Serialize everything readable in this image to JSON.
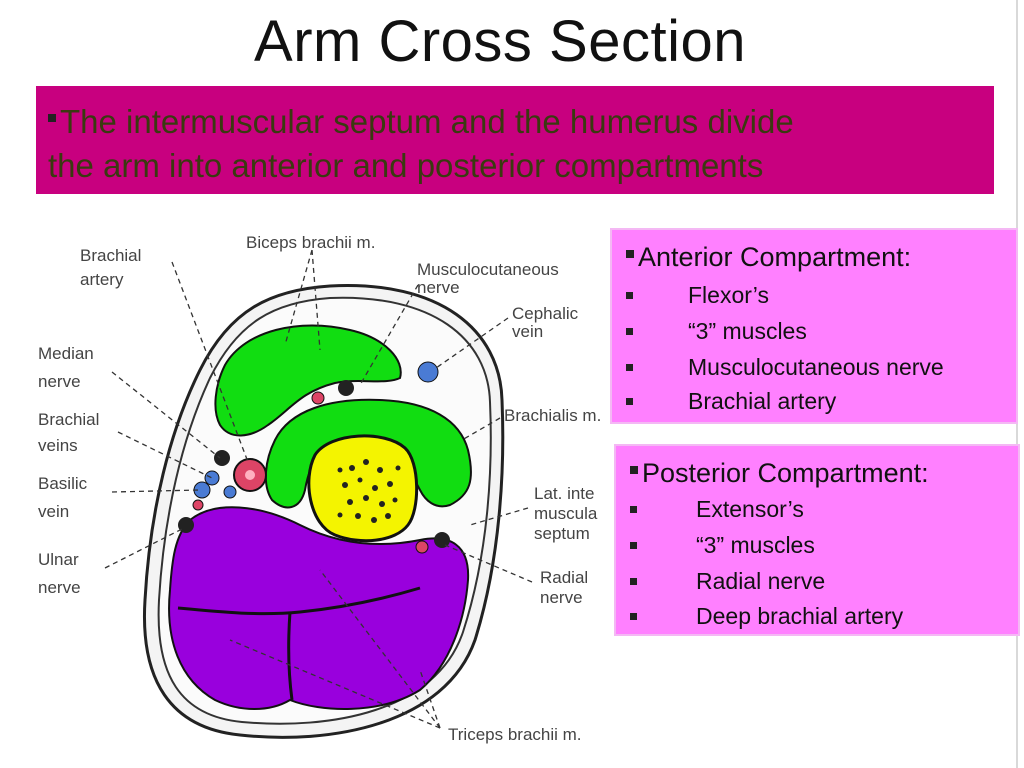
{
  "title": "Arm Cross Section",
  "banner": {
    "line1": "The intermuscular septum and the humerus divide",
    "line2": "the arm into anterior and posterior compartments"
  },
  "labels": {
    "brachial_artery": [
      "Brachial",
      "artery"
    ],
    "biceps": "Biceps brachii m.",
    "musculocutaneous": [
      "Musculocutaneous",
      "nerve"
    ],
    "cephalic": [
      "Cephalic",
      "vein"
    ],
    "median": [
      "Median",
      "nerve"
    ],
    "brachial_veins": [
      "Brachial",
      "veins"
    ],
    "basilic": [
      "Basilic",
      "vein"
    ],
    "ulnar": [
      "Ulnar",
      "nerve"
    ],
    "brachialis": "Brachialis m.",
    "lat_septum": [
      "Lat. inte",
      "muscula",
      "septum"
    ],
    "radial": [
      "Radial",
      "nerve"
    ],
    "triceps": "Triceps brachii m."
  },
  "anterior": {
    "heading": "Anterior Compartment:",
    "items": [
      "Flexor’s",
      "“3” muscles",
      "Musculocutaneous nerve",
      "Brachial artery"
    ]
  },
  "posterior": {
    "heading": "Posterior Compartment:",
    "items": [
      "Extensor’s",
      "“3” muscles",
      "Radial nerve",
      "Deep brachial artery"
    ]
  },
  "colors": {
    "banner": "#c8007f",
    "box": "#ff80ff",
    "anterior_muscle": "#11dd11",
    "posterior_muscle": "#9900dd",
    "bone": "#f4f400",
    "vein": "#4a7bd4",
    "artery": "#dd4466"
  }
}
